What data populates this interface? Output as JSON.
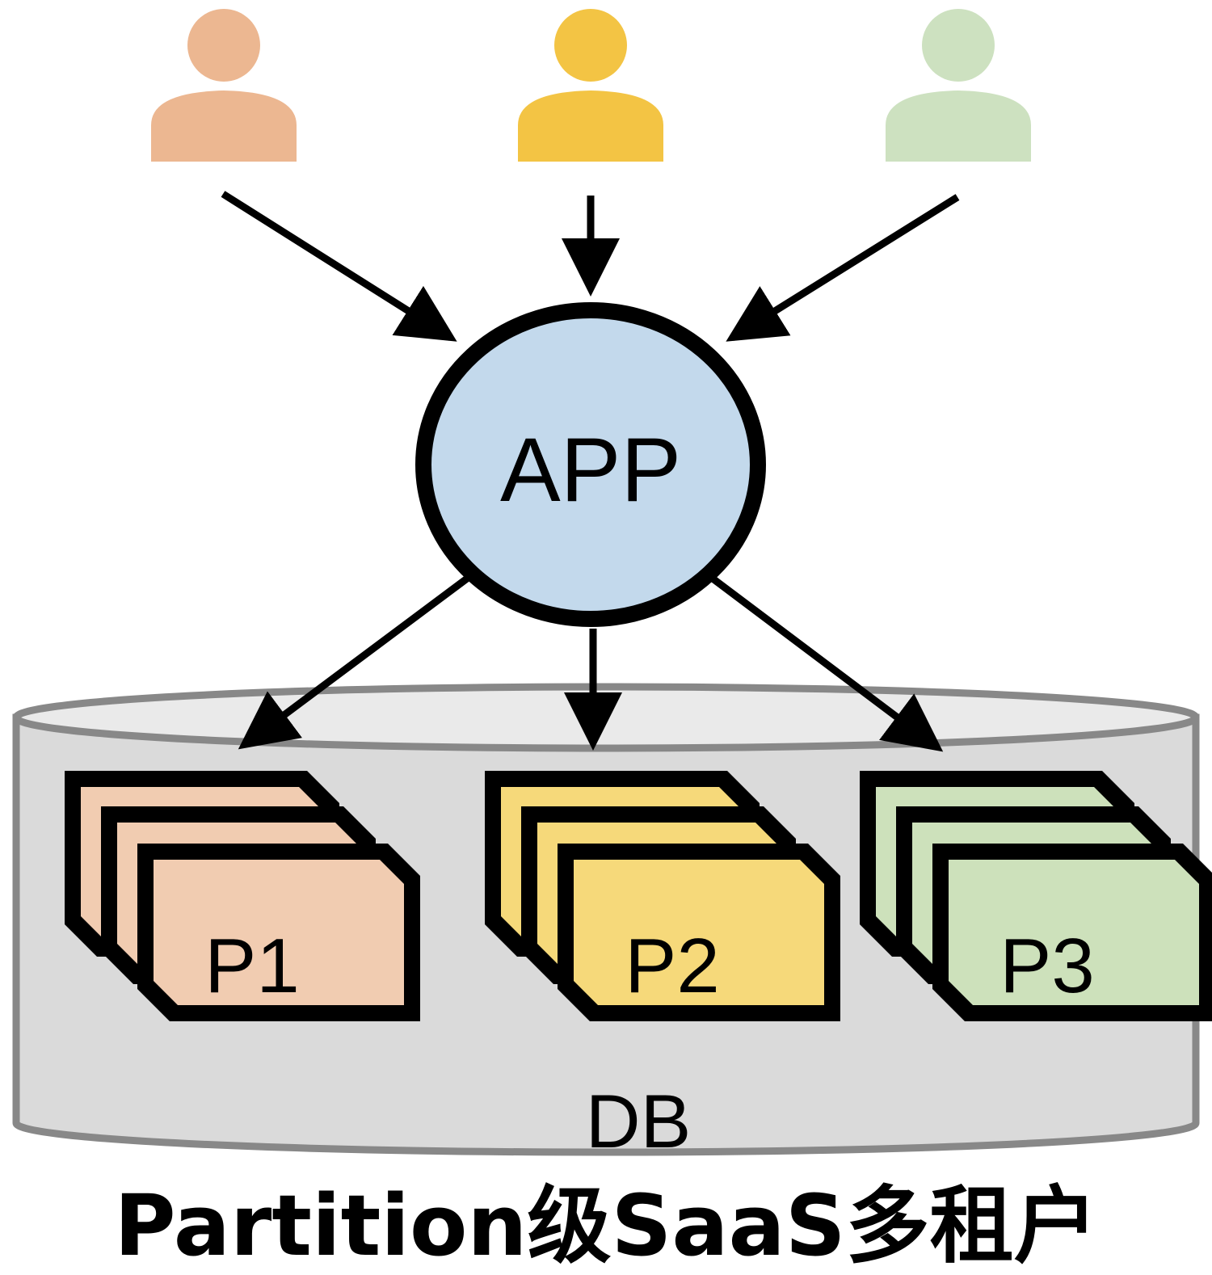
{
  "users": [
    {
      "icon": "user-icon",
      "color": "#ECB791"
    },
    {
      "icon": "user-icon",
      "color": "#F3C444"
    },
    {
      "icon": "user-icon",
      "color": "#CDE1C0"
    }
  ],
  "app": {
    "label": "APP",
    "fill": "#C3D9EC"
  },
  "db": {
    "label": "DB",
    "fill": "#DADADA",
    "rim": "#EAEAEA",
    "stroke": "#888888"
  },
  "partitions": [
    {
      "label": "P1",
      "color": "#F1CCB1"
    },
    {
      "label": "P2",
      "color": "#F6D97A"
    },
    {
      "label": "P3",
      "color": "#CDE1BB"
    }
  ],
  "caption": "Partition级SaaS多租户"
}
